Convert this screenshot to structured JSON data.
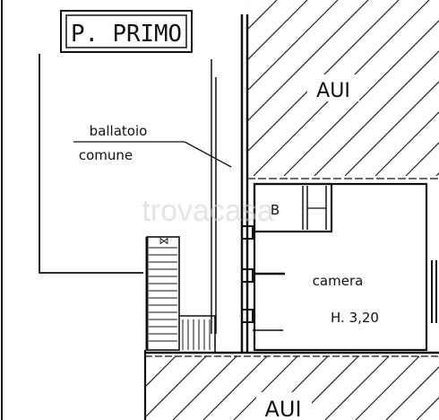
{
  "title": "P. PRIMO",
  "labels": {
    "aui_top": "AUI",
    "aui_bottom": "AUI",
    "ballatoio_line1": "ballatoio",
    "ballatoio_line2": "comune",
    "bagno": "B",
    "camera": "camera",
    "altezza": "H. 3,20"
  },
  "watermark": "trovacasa",
  "colors": {
    "line": "#111111",
    "hatch": "#222222",
    "background": "#ffffff"
  }
}
